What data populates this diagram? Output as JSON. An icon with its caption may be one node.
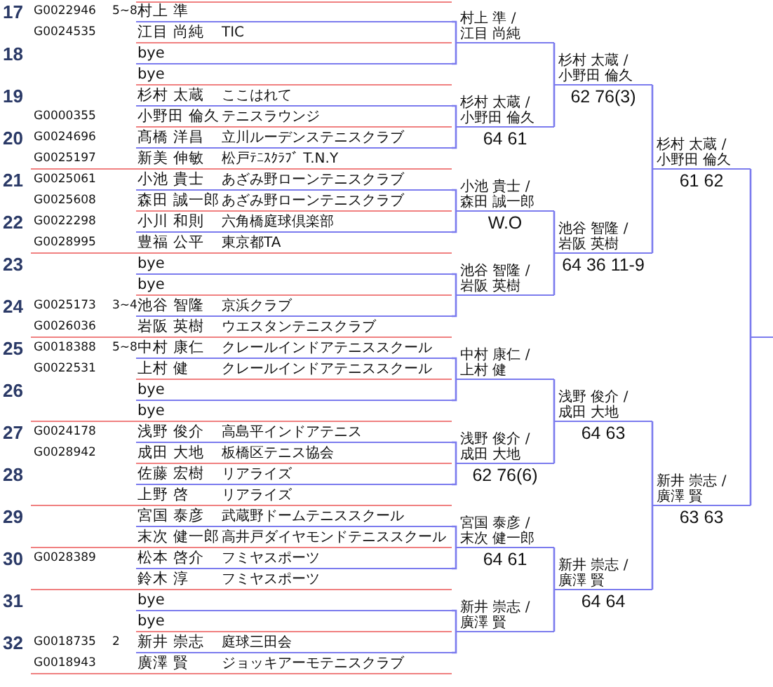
{
  "diagram": {
    "nodes": [
      {
        "text": [
          "17"
        ]
      },
      {
        "text": [
          "村上 準"
        ],
        "beside": [
          "G0022946",
          "5~8"
        ],
        "in": 0
      },
      {
        "text": [
          "江目 尚純",
          "TIC"
        ],
        "beside": [
          "G0024535"
        ],
        "in": 0
      },
      {
        "text": [
          "18"
        ]
      },
      {
        "text": [
          "bye"
        ],
        "in": 3
      },
      {
        "text": [
          "bye"
        ],
        "in": 3
      },
      {
        "text": [
          "19"
        ]
      },
      {
        "text": [
          "杉村 太蔵",
          "ここはれて"
        ],
        "in": 6
      },
      {
        "text": [
          "小野田 倫久",
          "テニスラウンジ"
        ],
        "beside": [
          "G0000355"
        ],
        "in": 6
      },
      {
        "text": [
          "20"
        ]
      },
      {
        "text": [
          "髙橋 洋昌",
          "立川ルーデンステニスクラブ"
        ],
        "beside": [
          "G0024696"
        ],
        "in": 9
      },
      {
        "text": [
          "新美 伸敏",
          "松戸ﾃﾆｽｸﾗﾌﾞ T.N.Y"
        ],
        "beside": [
          "G0025197"
        ],
        "in": 9
      },
      {
        "text": [
          "21"
        ]
      },
      {
        "text": [
          "小池 貴士",
          "あざみ野ローンテニスクラブ"
        ],
        "beside": [
          "G0025061"
        ],
        "in": 12
      },
      {
        "text": [
          "森田 誠一郎",
          "あざみ野ローンテニスクラブ"
        ],
        "beside": [
          "G0025608"
        ],
        "in": 12
      },
      {
        "text": [
          "22"
        ]
      },
      {
        "text": [
          "小川 和則",
          "六角橋庭球倶楽部"
        ],
        "beside": [
          "G0022298"
        ],
        "in": 15
      },
      {
        "text": [
          "豊福 公平",
          "東京都TA"
        ],
        "beside": [
          "G0028995"
        ],
        "in": 15
      },
      {
        "text": [
          "23"
        ]
      },
      {
        "text": [
          "bye"
        ],
        "in": 18
      },
      {
        "text": [
          "bye"
        ],
        "in": 18
      },
      {
        "text": [
          "24"
        ]
      },
      {
        "text": [
          "池谷 智隆",
          "京浜クラブ"
        ],
        "beside": [
          "G0025173",
          "3~4"
        ],
        "in": 21
      },
      {
        "text": [
          "岩阪 英樹",
          "ウエスタンテニスクラブ"
        ],
        "beside": [
          "G0026036"
        ],
        "in": 21
      },
      {
        "text": [
          "25"
        ]
      },
      {
        "text": [
          "中村 康仁",
          "クレールインドアテニススクール"
        ],
        "beside": [
          "G0018388",
          "5~8"
        ],
        "in": 24
      },
      {
        "text": [
          "上村 健",
          "クレールインドアテニススクール"
        ],
        "beside": [
          "G0022531"
        ],
        "in": 24
      },
      {
        "text": [
          "26"
        ]
      },
      {
        "text": [
          "bye"
        ],
        "in": 27
      },
      {
        "text": [
          "bye"
        ],
        "in": 27
      },
      {
        "text": [
          "27"
        ]
      },
      {
        "text": [
          "浅野 俊介",
          "高島平インドアテニス"
        ],
        "beside": [
          "G0024178"
        ],
        "in": 30
      },
      {
        "text": [
          "成田 大地",
          "板橋区テニス協会"
        ],
        "beside": [
          "G0028942"
        ],
        "in": 30
      },
      {
        "text": [
          "28"
        ]
      },
      {
        "text": [
          "佐藤 宏樹",
          "リアライズ"
        ],
        "in": 33
      },
      {
        "text": [
          "上野 啓",
          "リアライズ"
        ],
        "in": 33
      },
      {
        "text": [
          "29"
        ]
      },
      {
        "text": [
          "宮国 泰彦",
          "武蔵野ドームテニススクール"
        ],
        "in": 36
      },
      {
        "text": [
          "末次 健一郎",
          "高井戸ダイヤモンドテニススクール"
        ],
        "in": 36
      },
      {
        "text": [
          "30"
        ]
      },
      {
        "text": [
          "松本 啓介",
          "フミヤスポーツ"
        ],
        "beside": [
          "G0028389"
        ],
        "in": 39
      },
      {
        "text": [
          "鈴木 淳",
          "フミヤスポーツ"
        ],
        "in": 39
      },
      {
        "text": [
          "31"
        ]
      },
      {
        "text": [
          "bye"
        ],
        "in": 42
      },
      {
        "text": [
          "bye"
        ],
        "in": 42
      },
      {
        "text": [
          "32"
        ]
      },
      {
        "text": [
          "新井 崇志",
          "庭球三田会"
        ],
        "beside": [
          "G0018735",
          "2"
        ],
        "in": 45
      },
      {
        "text": [
          "廣澤 賢",
          "ジョッキアーモテニスクラブ"
        ],
        "beside": [
          "G0018943"
        ],
        "in": 45
      },
      {
        "text": [
          "村上 準 / 江目 尚純"
        ]
      },
      {
        "text": [
          "杉村 太蔵 / 小野田 倫久",
          "64 61"
        ]
      },
      {
        "text": [
          "小池 貴士 / 森田 誠一郎",
          "W.O"
        ]
      },
      {
        "text": [
          "池谷 智隆 / 岩阪 英樹"
        ]
      },
      {
        "text": [
          "中村 康仁 / 上村 健"
        ]
      },
      {
        "text": [
          "浅野 俊介 / 成田 大地",
          "62 76(6)"
        ]
      },
      {
        "text": [
          "宮国 泰彦 / 末次 健一郎",
          "64 61"
        ]
      },
      {
        "text": [
          "新井 崇志 / 廣澤 賢"
        ]
      },
      {
        "text": [
          "杉村 太蔵 / 小野田 倫久",
          "62 76(3)"
        ]
      },
      {
        "text": [
          "池谷 智隆 / 岩阪 英樹",
          "64 36 11-9"
        ]
      },
      {
        "text": [
          "浅野 俊介 / 成田 大地",
          "64 63"
        ]
      },
      {
        "text": [
          "新井 崇志 / 廣澤 賢",
          "64 64"
        ]
      },
      {
        "text": [
          "杉村 太蔵 / 小野田 倫久",
          "61 62"
        ]
      },
      {
        "text": [
          "新井 崇志 / 廣澤 賢",
          "63 63"
        ]
      },
      {
        "text": [],
        "shape": "line"
      }
    ],
    "edges": [
      {
        "from": 0,
        "to": 48,
        "arrow": "none"
      },
      {
        "from": 3,
        "to": 48,
        "arrow": "none"
      },
      {
        "from": 6,
        "to": 49,
        "arrow": "none"
      },
      {
        "from": 9,
        "to": 49,
        "arrow": "none"
      },
      {
        "from": 12,
        "to": 50,
        "arrow": "none"
      },
      {
        "from": 15,
        "to": 50,
        "arrow": "none"
      },
      {
        "from": 18,
        "to": 51,
        "arrow": "none"
      },
      {
        "from": 21,
        "to": 51,
        "arrow": "none"
      },
      {
        "from": 24,
        "to": 52,
        "arrow": "none"
      },
      {
        "from": 27,
        "to": 52,
        "arrow": "none"
      },
      {
        "from": 30,
        "to": 53,
        "arrow": "none"
      },
      {
        "from": 33,
        "to": 53,
        "arrow": "none"
      },
      {
        "from": 36,
        "to": 54,
        "arrow": "none"
      },
      {
        "from": 39,
        "to": 54,
        "arrow": "none"
      },
      {
        "from": 42,
        "to": 55,
        "arrow": "none"
      },
      {
        "from": 45,
        "to": 55,
        "arrow": "none"
      },
      {
        "from": 48,
        "to": 56,
        "arrow": "none"
      },
      {
        "from": 49,
        "to": 56,
        "arrow": "none"
      },
      {
        "from": 50,
        "to": 57,
        "arrow": "none"
      },
      {
        "from": 51,
        "to": 57,
        "arrow": "none"
      },
      {
        "from": 52,
        "to": 58,
        "arrow": "none"
      },
      {
        "from": 53,
        "to": 58,
        "arrow": "none"
      },
      {
        "from": 54,
        "to": 59,
        "arrow": "none"
      },
      {
        "from": 55,
        "to": 59,
        "arrow": "none"
      },
      {
        "from": 56,
        "to": 60,
        "arrow": "none"
      },
      {
        "from": 57,
        "to": 60,
        "arrow": "none"
      },
      {
        "from": 58,
        "to": 61,
        "arrow": "none"
      },
      {
        "from": 59,
        "to": 61,
        "arrow": "none"
      },
      {
        "from": 60,
        "to": 62,
        "arrow": "none"
      },
      {
        "from": 61,
        "to": 62,
        "arrow": "none"
      }
    ]
  }
}
